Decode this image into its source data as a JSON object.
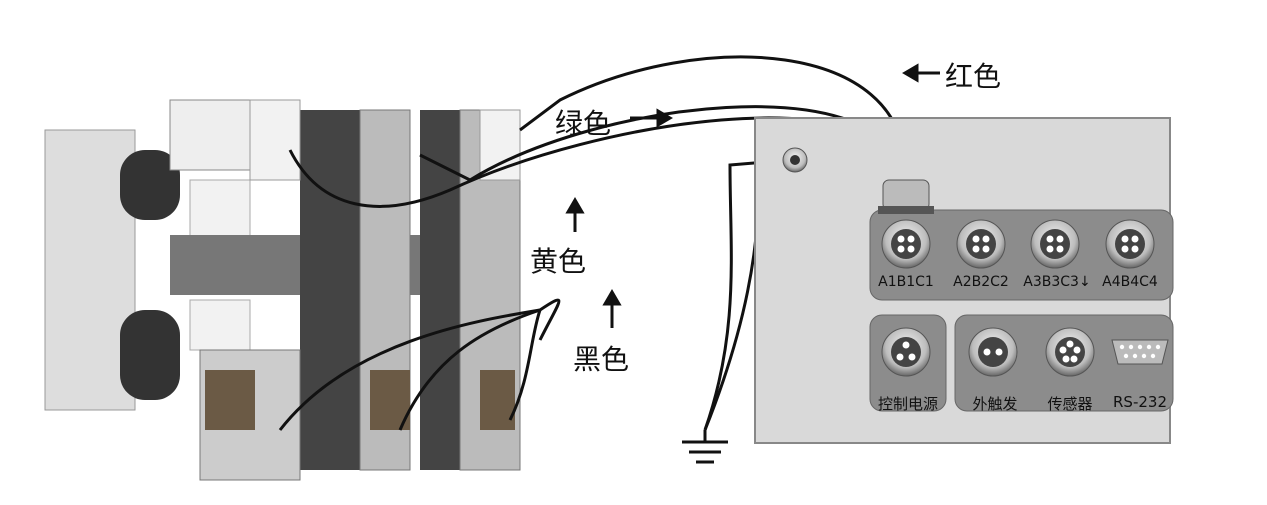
{
  "labels": {
    "red": "红色",
    "green": "绿色",
    "yellow": "黄色",
    "black": "黑色"
  },
  "panel": {
    "top_ports": [
      "A1B1C1",
      "A2B2C2",
      "A3B3C3↓",
      "A4B4C4"
    ],
    "bottom_ports": [
      "控制电源",
      "外触发",
      "传感器",
      "RS-232"
    ]
  },
  "colors": {
    "panel_bg": "#d9d9d9",
    "group_bg": "#8c8c8c",
    "cable": "#111111"
  }
}
